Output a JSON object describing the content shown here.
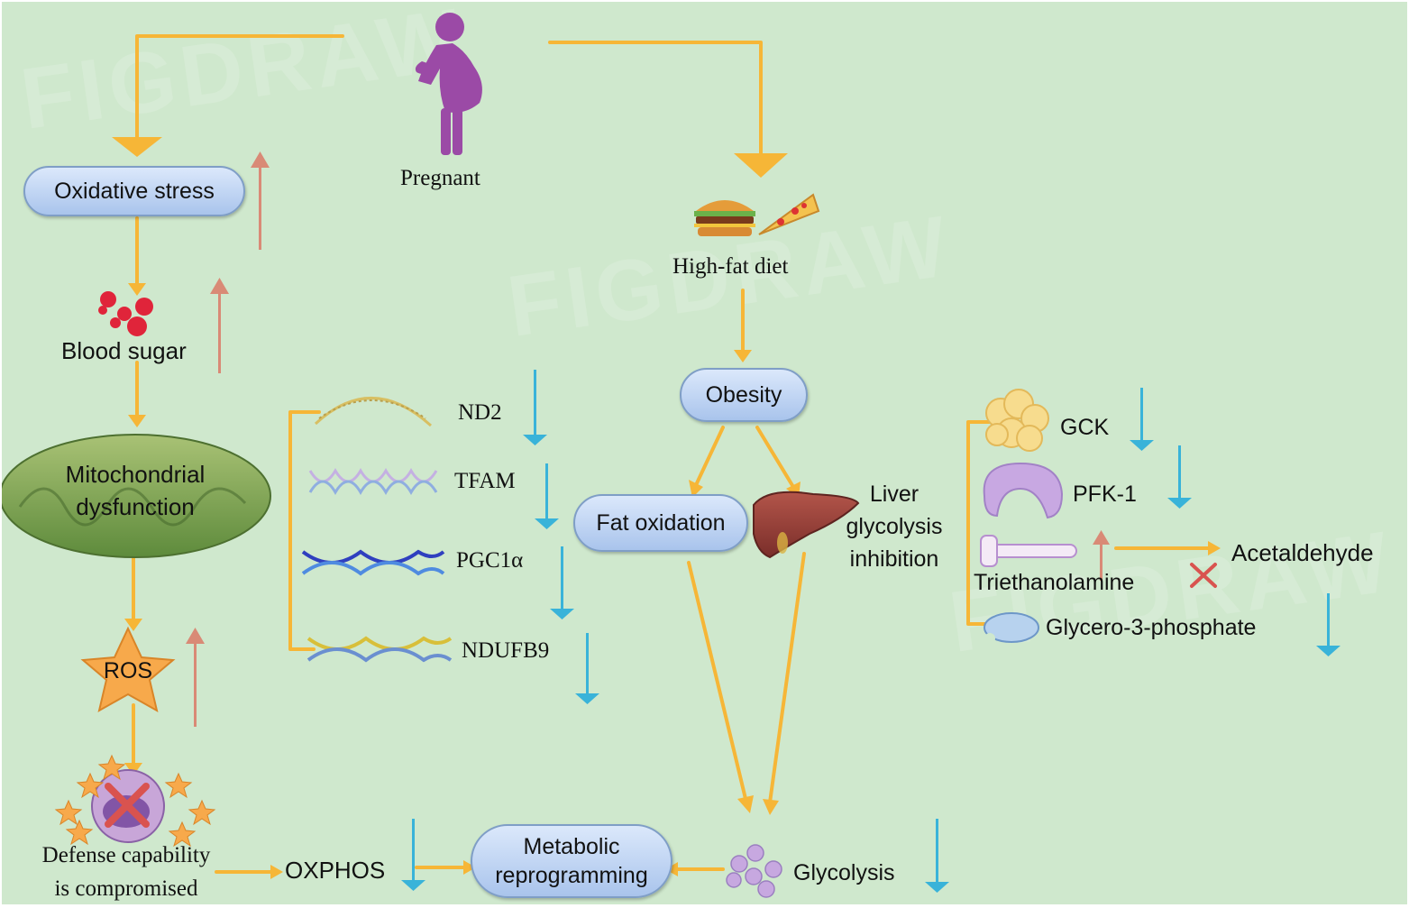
{
  "diagram": {
    "pregnant": "Pregnant",
    "oxidative_stress": "Oxidative stress",
    "blood_sugar": "Blood sugar",
    "mito_line1": "Mitochondrial",
    "mito_line2": "dysfunction",
    "ros": "ROS",
    "defense_line1": "Defense capability",
    "defense_line2": "is compromised",
    "oxphos": "OXPHOS",
    "metabolic_line1": "Metabolic",
    "metabolic_line2": "reprogramming",
    "glycolysis": "Glycolysis",
    "high_fat_diet": "High-fat diet",
    "obesity": "Obesity",
    "fat_oxidation": "Fat oxidation",
    "liver_line1": "Liver",
    "liver_line2": "glycolysis",
    "liver_line3": "inhibition",
    "genes": [
      "ND2",
      "TFAM",
      "PGC1α",
      "NDUFB9"
    ],
    "enzymes": [
      "GCK",
      "PFK-1",
      "Triethanolamine",
      "Glycero-3-phosphate"
    ],
    "acetaldehyde": "Acetaldehyde",
    "watermark": "FIGDRAW"
  },
  "colors": {
    "background": "#cfe8cd",
    "flow_arrow": "#f6b637",
    "increase_arrow": "#d98a76",
    "decrease_arrow": "#39b3d9",
    "pill_fill": "#b9d0f2",
    "pregnant_figure": "#9b4aa6",
    "blood_drop": "#e0243a",
    "ros_star": "#f7a94b",
    "inhibit_cross": "#d9534f"
  },
  "icons": [
    "pregnant-woman-icon",
    "burger-icon",
    "pizza-icon",
    "blood-drops-icon",
    "mitochondrion-icon",
    "ros-star-icon",
    "damaged-cell-icon",
    "dna-helix-icon",
    "liver-icon",
    "molecule-cluster-icon",
    "enzyme-blob-icon",
    "inhibit-cross-icon"
  ]
}
